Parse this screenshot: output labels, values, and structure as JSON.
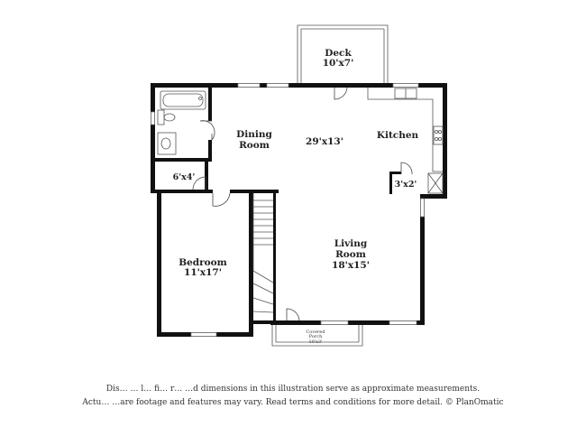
{
  "rooms": {
    "deck": {
      "name": "Deck",
      "dims": "10'x7'"
    },
    "dining": {
      "name_line1": "Dining",
      "name_line2": "Room"
    },
    "main_dims": "29'x13'",
    "kitchen": {
      "name": "Kitchen"
    },
    "closet": {
      "dims": "6'x4'"
    },
    "pantry": {
      "dims": "3'x2'"
    },
    "bedroom": {
      "name": "Bedroom",
      "dims": "11'x17'"
    },
    "living": {
      "name_line1": "Living",
      "name_line2": "Room",
      "dims": "18'x15'"
    },
    "porch": {
      "name_line1": "Covered",
      "name_line2": "Porch",
      "dims": "10'x3'"
    }
  },
  "disclaimer": {
    "line1": "Dis… … l… fi… r… …d dimensions in this illustration serve as approximate measurements.",
    "line2": "Actu… …are footage and features may vary. Read terms and conditions for more detail. © PlanOmatic"
  },
  "colors": {
    "wall": "#111111",
    "text": "#222222",
    "background": "#ffffff"
  }
}
